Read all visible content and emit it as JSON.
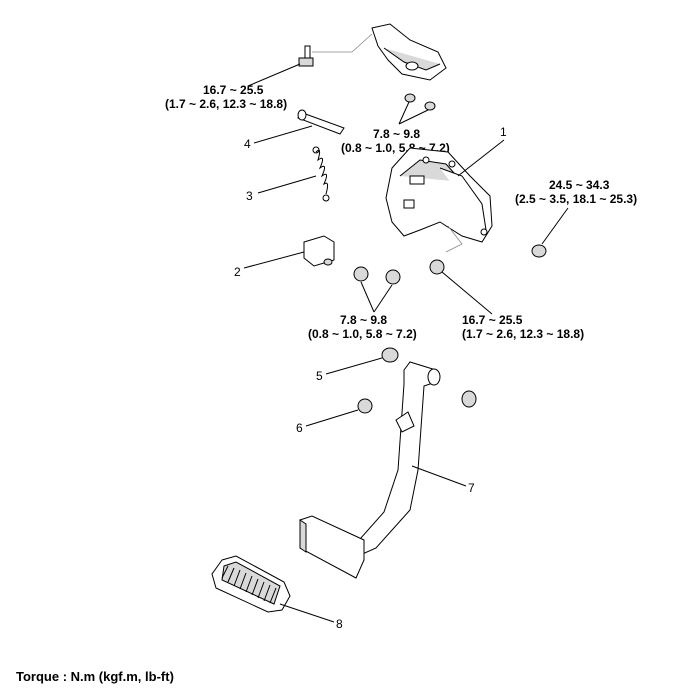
{
  "torque_specs": {
    "bolt_top": [
      "16.7 ~ 25.5",
      "(1.7 ~ 2.6, 12.3 ~ 18.8)"
    ],
    "nuts_upper": [
      "7.8 ~ 9.8",
      "(0.8 ~ 1.0, 5.8 ~ 7.2)"
    ],
    "nut_right": [
      "24.5 ~ 34.3",
      "(2.5 ~ 3.5, 18.1 ~ 25.3)"
    ],
    "nuts_lower": [
      "7.8 ~ 9.8",
      "(0.8 ~ 1.0, 5.8 ~ 7.2)"
    ],
    "nut_lower_right": [
      "16.7 ~ 25.5",
      "(1.7 ~ 2.6, 12.3 ~ 18.8)"
    ]
  },
  "callouts": {
    "c1": "1",
    "c2": "2",
    "c3": "3",
    "c4": "4",
    "c5": "5",
    "c6": "6",
    "c7": "7",
    "c8": "8"
  },
  "footnote": "Torque : N.m (kgf.m, lb-ft)"
}
